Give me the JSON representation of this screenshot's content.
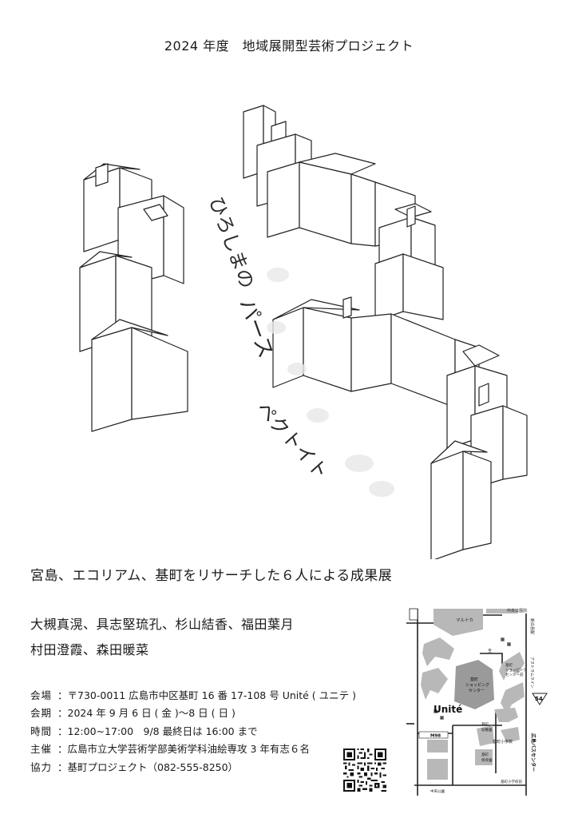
{
  "header": {
    "title": "2024 年度　地域展開型芸術プロジェクト"
  },
  "artwork": {
    "handwritten_lines": [
      "ひろしまの",
      "パース",
      "ペクトイト"
    ]
  },
  "tagline": "宮島、エコリアム、基町をリサーチした６人による成果展",
  "artists": {
    "line1": "大槻真滉、具志堅琉孔、杉山結香、福田葉月",
    "line2": "村田澄霞、森田暖菜"
  },
  "info": [
    {
      "label": "会場",
      "value": "：〒730-0011 広島市中区基町 16 番 17-108 号 Unité ( ユニテ )"
    },
    {
      "label": "会期",
      "value": "：2024 年 9 月 6 日 ( 金 )〜8 日 ( 日 )"
    },
    {
      "label": "時間",
      "value": "：12:00~17:00　9/8 最終日は 16:00 まで"
    },
    {
      "label": "主催",
      "value": "：広島市立大学芸術学部美術学科油絵専攻 3 年有志６名"
    },
    {
      "label": "協力",
      "value": "：基町プロジェクト（082-555-8250）"
    }
  ],
  "map": {
    "venue": "Unité",
    "route_number": "54",
    "labels": {
      "marunaka": "マルナカ",
      "chuo_koen_parking": "中央公園前",
      "shin_hakushima": "新白島駅",
      "astram_line": "アストラムライン",
      "shopping_center_1": "基町",
      "shopping_center_2": "ショッピング",
      "shopping_center_3": "センター",
      "shopping_east_1": "基町",
      "shopping_east_2": "ショッピング",
      "shopping_east_3": "センター前",
      "kindergarten_1": "基町",
      "kindergarten_2": "幼稚園",
      "elementary": "基町小学校",
      "nursery_1": "基町",
      "nursery_2": "保育園",
      "bus_center": "広島バスセンター",
      "chuo_koen": "中央公園",
      "elementary_front": "基町小学校前",
      "m98": "M98",
      "zen_label": "全"
    }
  }
}
